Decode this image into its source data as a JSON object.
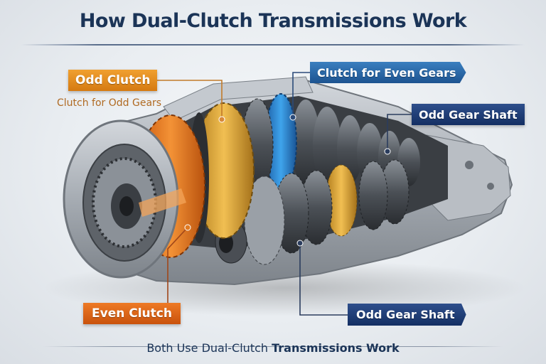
{
  "header": {
    "title": "How Dual-Clutch Transmissions Work"
  },
  "callouts": {
    "odd_clutch": {
      "label": "Odd Clutch",
      "sublabel": "Clutch for Odd Gears",
      "color": "#e08a1e"
    },
    "clutch_even_gears": {
      "label": "Clutch for Even Gears",
      "color": "#2a6aa8"
    },
    "odd_gear_shaft_top": {
      "label": "Odd Gear Shaft",
      "color": "#1f3f78"
    },
    "even_clutch": {
      "label": "Even Clutch",
      "color": "#d9621a"
    },
    "odd_gear_shaft_bottom": {
      "label": "Odd Gear Shaft",
      "color": "#2a4f8f"
    }
  },
  "illustration": {
    "subject": "cutaway-dual-clutch-transmission",
    "components": [
      "housing",
      "odd-clutch-pack",
      "even-clutch-pack",
      "gear-shaft-upper",
      "gear-shaft-lower",
      "output-flange"
    ],
    "colors": {
      "housing": "#a9afb6",
      "odd_clutch": "#e8a33a",
      "even_clutch": "#e07a22",
      "blue_gear": "#2f8ad6",
      "gold_gear": "#d4a72c",
      "steel_gear": "#5b6066"
    }
  },
  "footer": {
    "text_regular": "Both Use Dual-Clutch",
    "text_bold": "Transmissions Work"
  }
}
